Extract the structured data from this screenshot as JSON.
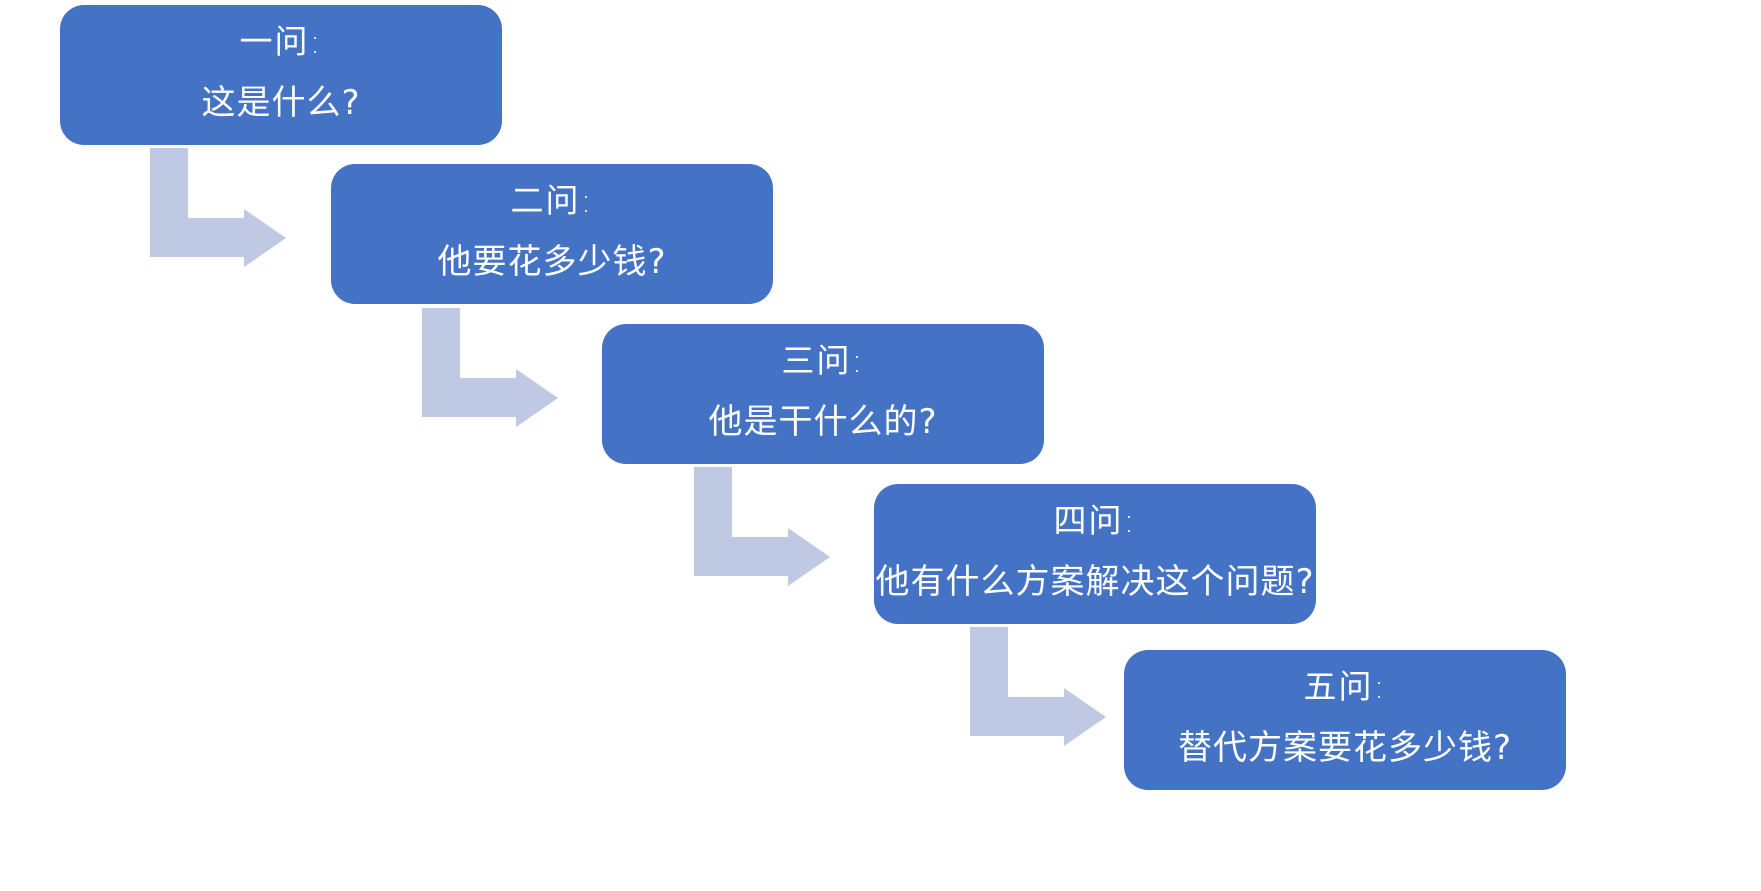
{
  "steps": [
    {
      "title": "一问:",
      "question": "这是什么?"
    },
    {
      "title": "二问:",
      "question": "他要花多少钱?"
    },
    {
      "title": "三问:",
      "question": "他是干什么的?"
    },
    {
      "title": "四问:",
      "question": "他有什么方案解决这个问题?"
    },
    {
      "title": "五问:",
      "question": "替代方案要花多少钱?"
    }
  ],
  "colors": {
    "box_fill": "#4472C4",
    "box_text": "#FFFFFF",
    "arrow_fill": "#BFC9E3"
  },
  "icons": {
    "connector": "bent-right-arrow-icon"
  }
}
